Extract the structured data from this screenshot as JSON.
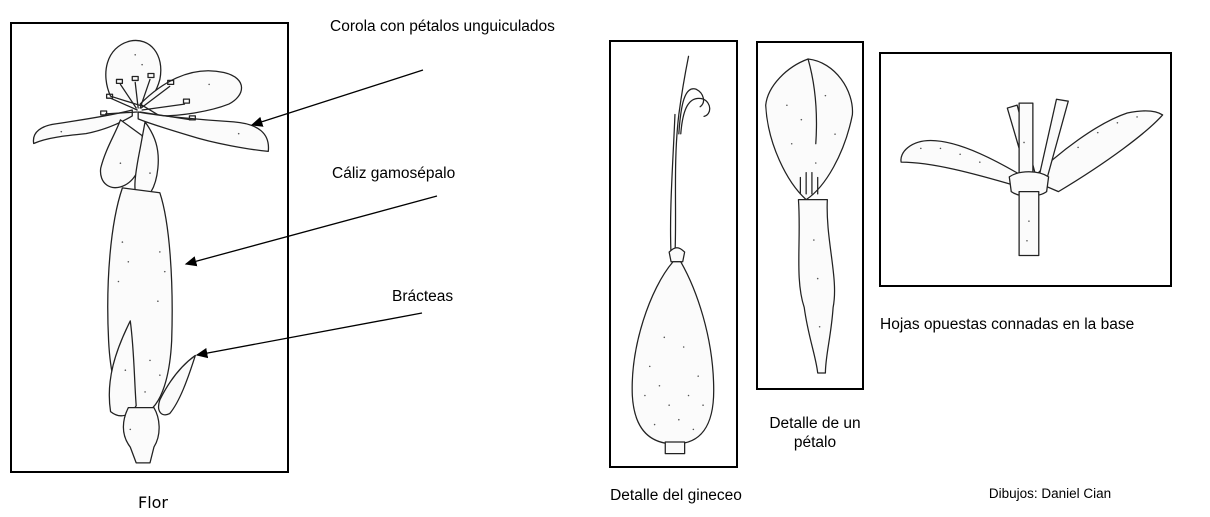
{
  "labels": {
    "corola": "Corola con pétalos unguiculados",
    "caliz": "Cáliz gamosépalo",
    "bracteas": "Brácteas"
  },
  "captions": {
    "flor": "Flor",
    "gineceo": "Detalle del gineceo",
    "petalo_line1": "Detalle de un",
    "petalo_line2": "pétalo",
    "hojas": "Hojas opuestas connadas en la base",
    "credits": "Dibujos: Daniel Cian"
  }
}
